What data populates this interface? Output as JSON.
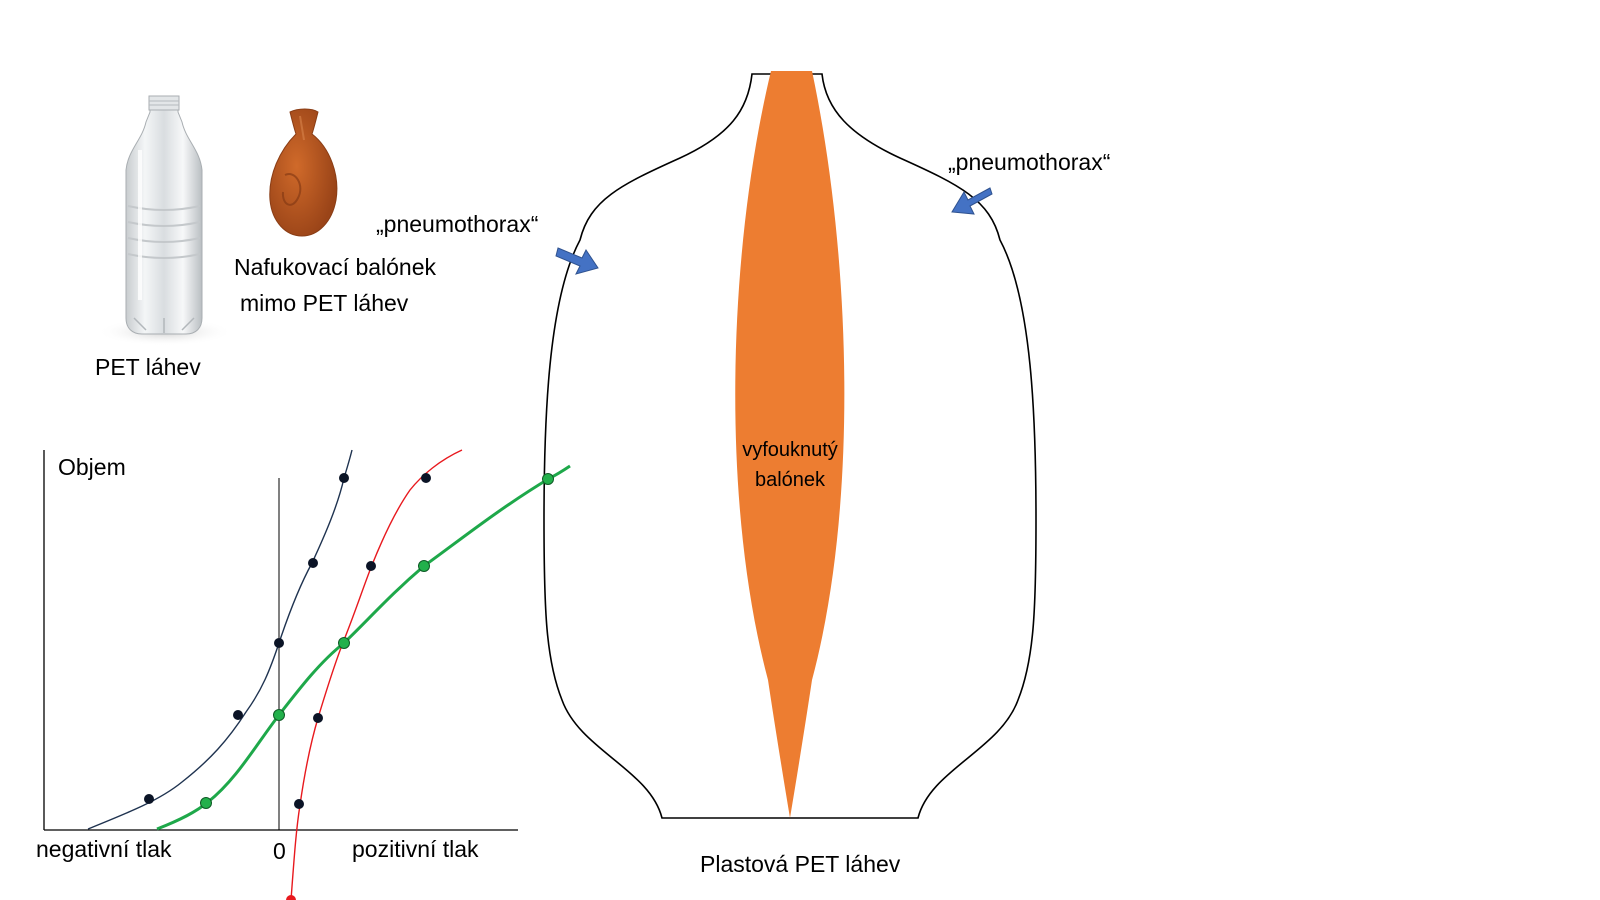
{
  "labels": {
    "pet_bottle": "PET láhev",
    "balloon_line1": "Nafukovací balónek",
    "balloon_line2": "mimo PET láhev",
    "pneumothorax_left": "„pneumothorax“",
    "pneumothorax_right": "„pneumothorax“",
    "deflated_line1": "vyfouknutý",
    "deflated_line2": "balónek",
    "plastic_bottle": "Plastová PET láhev"
  },
  "graph": {
    "y_axis_label": "Objem",
    "x_negative_label": "negativní tlak",
    "x_zero_label": "0",
    "x_positive_label": "pozitivní tlak"
  },
  "colors": {
    "balloon_orange": "#ED7D31",
    "balloon_photo": "#B5541F",
    "arrow_blue": "#4472C4",
    "curve_dark": "#1F3350",
    "curve_red": "#E8191E",
    "curve_green": "#1EA84A",
    "point_dark": "#0B1426",
    "point_green": "#22B04B",
    "point_red": "#E8191E"
  },
  "icons": [
    "pet-bottle-photo",
    "balloon-photo",
    "arrow-icon"
  ]
}
